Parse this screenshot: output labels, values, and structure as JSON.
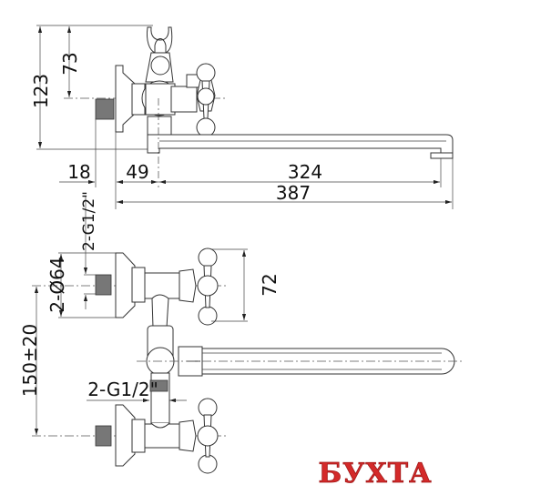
{
  "drawing": {
    "top_view": {
      "dim_height_total": "123",
      "dim_height_center": "73",
      "dim_thread": "18",
      "dim_offset": "49",
      "dim_spout": "324",
      "dim_total_length": "387"
    },
    "front_view": {
      "dim_thread_upper": "2-G1/2\"",
      "dim_flange_diameter": "2-Ø64",
      "dim_handle": "72",
      "dim_center_distance": "150±20",
      "dim_thread_lower": "2-G1/2\""
    }
  },
  "watermark": {
    "text": "БУХТА",
    "color": "#d42a2a"
  }
}
